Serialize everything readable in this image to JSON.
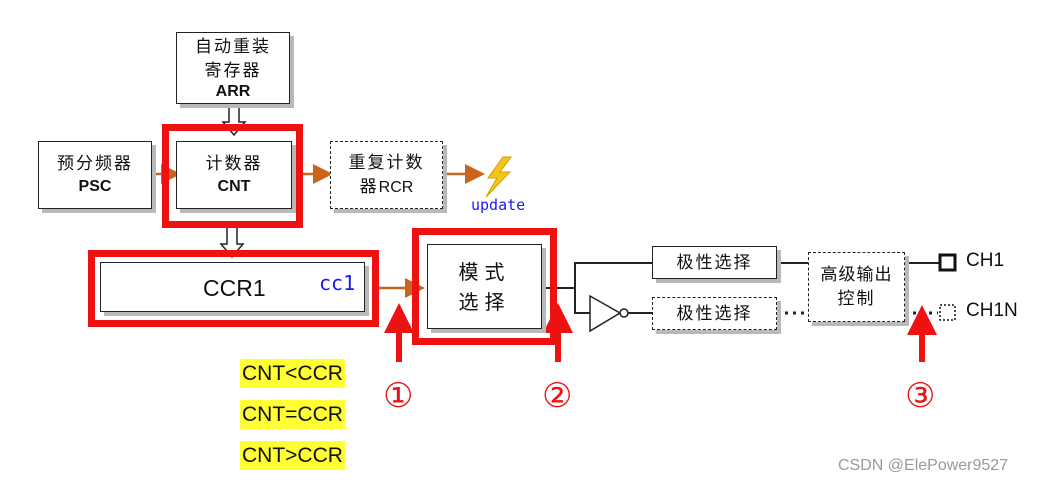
{
  "blocks": {
    "arr": {
      "zh": "自动重装寄存器",
      "en": "ARR"
    },
    "psc": {
      "zh": "预分频器",
      "en": "PSC"
    },
    "cnt": {
      "zh": "计数器",
      "en": "CNT"
    },
    "rcr": {
      "zh": "重复计数",
      "zh2": "器",
      "en": "RCR"
    },
    "ccr": {
      "label": "CCR1"
    },
    "mode": {
      "line1": "模式",
      "line2": "选择"
    },
    "polarity": {
      "label": "极性选择"
    },
    "polarity_n": {
      "label": "极性选择"
    },
    "advanced": {
      "line1": "高级输出",
      "line2": "控制"
    }
  },
  "signals": {
    "update": "update",
    "cc1": "cc1",
    "ch1": "CH1",
    "ch1n": "CH1N"
  },
  "comparisons": [
    "CNT<CCR",
    "CNT=CCR",
    "CNT>CCR"
  ],
  "markers": [
    "①",
    "②",
    "③"
  ],
  "watermark": "CSDN @ElePower9527",
  "colors": {
    "highlight": "#ee1111",
    "arrow": "#c8641e",
    "signal_text": "#1a1aee",
    "lightning": "#f5c419",
    "compare_bg": "#ffff33"
  }
}
